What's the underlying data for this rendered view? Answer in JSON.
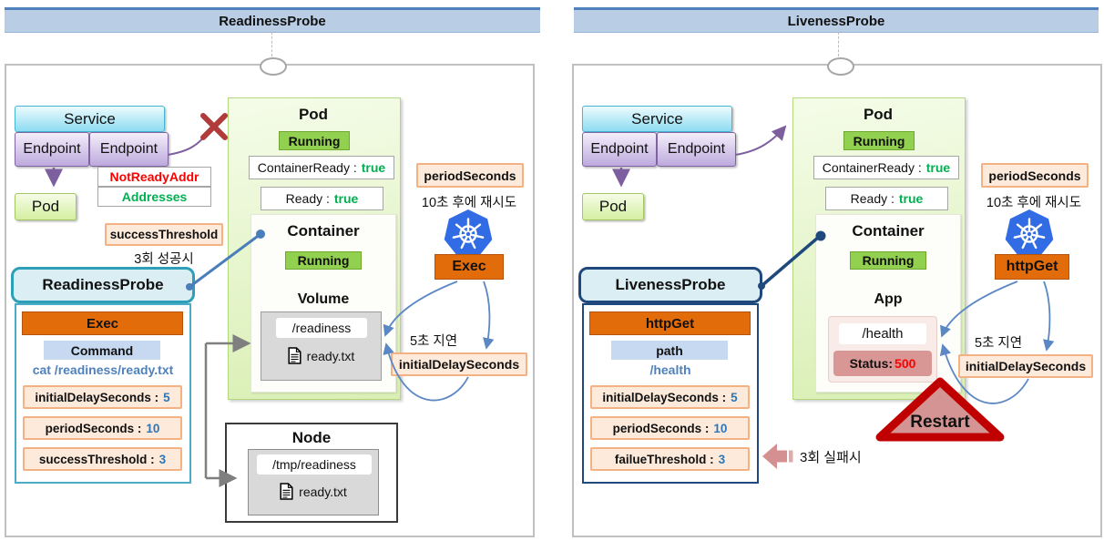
{
  "colors": {
    "header_blue": "#b9cde5",
    "header_border_blue": "#4f81bd",
    "accent_orange": "#e36c0a",
    "running_green": "#92d050",
    "true_green": "#00b050",
    "error_red": "#ff0000",
    "value_blue": "#2e75b6",
    "kubernetes_blue": "#326ce5",
    "probe_teal": "#2e9fb8",
    "probe_navy": "#1f497d",
    "restart_red": "#c00000"
  },
  "left": {
    "header": "ReadinessProbe",
    "service": {
      "label": "Service",
      "endpoints": [
        "Endpoint",
        "Endpoint"
      ],
      "pod": "Pod"
    },
    "endpoint_states": {
      "not_ready": "NotReadyAddr",
      "addresses": "Addresses"
    },
    "threshold_note": {
      "label": "successThreshold",
      "caption": "3회 성공시"
    },
    "probe_card": {
      "title": "ReadinessProbe",
      "action": "Exec",
      "param_label": "Command",
      "param_value": "cat /readiness/ready.txt",
      "fields": [
        {
          "label": "initialDelaySeconds :",
          "value": "5"
        },
        {
          "label": "periodSeconds :",
          "value": "10"
        },
        {
          "label": "successThreshold :",
          "value": "3"
        }
      ]
    },
    "pod_card": {
      "title": "Pod",
      "status": "Running",
      "container_ready_label": "ContainerReady :",
      "container_ready_value": "true",
      "ready_label": "Ready :",
      "ready_value": "true",
      "container": {
        "title": "Container",
        "status": "Running",
        "volume_title": "Volume",
        "volume_path": "/readiness",
        "volume_file": "ready.txt"
      }
    },
    "node_card": {
      "title": "Node",
      "path": "/tmp/readiness",
      "file": "ready.txt"
    },
    "period_note": {
      "label": "periodSeconds",
      "caption": "10초 후에 재시도"
    },
    "probe_action_badge": "Exec",
    "delay_note": {
      "caption": "5초 지연",
      "label": "initialDelaySeconds"
    }
  },
  "right": {
    "header": "LivenessProbe",
    "service": {
      "label": "Service",
      "endpoints": [
        "Endpoint",
        "Endpoint"
      ],
      "pod": "Pod"
    },
    "probe_card": {
      "title": "LivenessProbe",
      "action": "httpGet",
      "param_label": "path",
      "param_value": "/health",
      "fields": [
        {
          "label": "initialDelaySeconds :",
          "value": "5"
        },
        {
          "label": "periodSeconds :",
          "value": "10"
        },
        {
          "label": "failueThreshold :",
          "value": "3"
        }
      ]
    },
    "failure_note": "3회 실패시",
    "pod_card": {
      "title": "Pod",
      "status": "Running",
      "container_ready_label": "ContainerReady :",
      "container_ready_value": "true",
      "ready_label": "Ready :",
      "ready_value": "true",
      "container": {
        "title": "Container",
        "status": "Running",
        "app_title": "App",
        "app_path": "/health",
        "status_label": "Status:",
        "status_value": "500"
      }
    },
    "restart_label": "Restart",
    "period_note": {
      "label": "periodSeconds",
      "caption": "10초 후에 재시도"
    },
    "probe_action_badge": "httpGet",
    "delay_note": {
      "caption": "5초 지연",
      "label": "initialDelaySeconds"
    }
  }
}
